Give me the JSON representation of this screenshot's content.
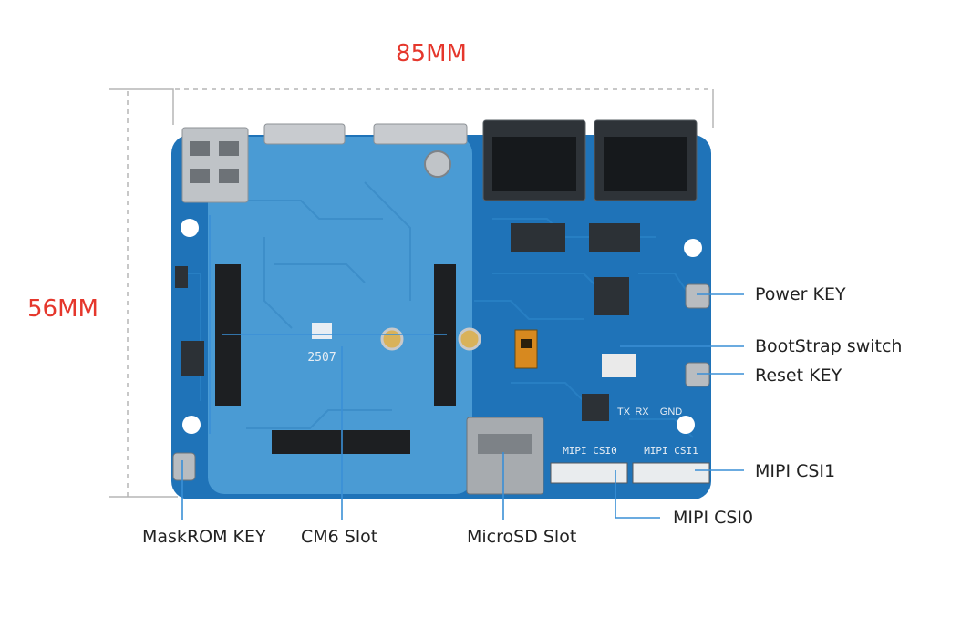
{
  "dimensions": {
    "width_label": "85MM",
    "height_label": "56MM",
    "color": "#e5372c"
  },
  "board": {
    "silkscreen_chip": "2507",
    "serial_labels": [
      "TX",
      "RX",
      "GND"
    ],
    "csi0_silk": "MIPI CSI0",
    "csi1_silk": "MIPI CSI1"
  },
  "callouts": {
    "power_key": "Power KEY",
    "bootstrap_switch": "BootStrap switch",
    "reset_key": "Reset KEY",
    "mipi_csi1": "MIPI CSI1",
    "mipi_csi0": "MIPI CSI0",
    "maskrom_key": "MaskROM KEY",
    "cm6_slot": "CM6 Slot",
    "microsd_slot": "MicroSD Slot"
  },
  "colors": {
    "pcb": "#1f73b8",
    "module_area": "#4a9bd4",
    "leader": "#3a8fd6"
  }
}
